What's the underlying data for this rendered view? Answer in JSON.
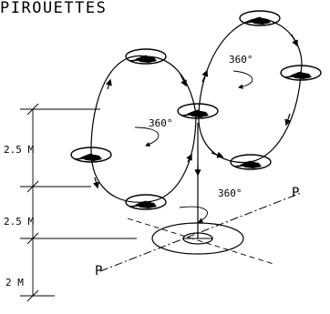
{
  "title": "PIROUETTES",
  "rotation_labels": {
    "upper_right": "360°",
    "center": "360°",
    "lower": "360°"
  },
  "height_labels": {
    "top": "2.5 M",
    "middle": "2.5 M",
    "bottom": "2 M"
  },
  "markers": {
    "left": "P",
    "right": "P"
  }
}
